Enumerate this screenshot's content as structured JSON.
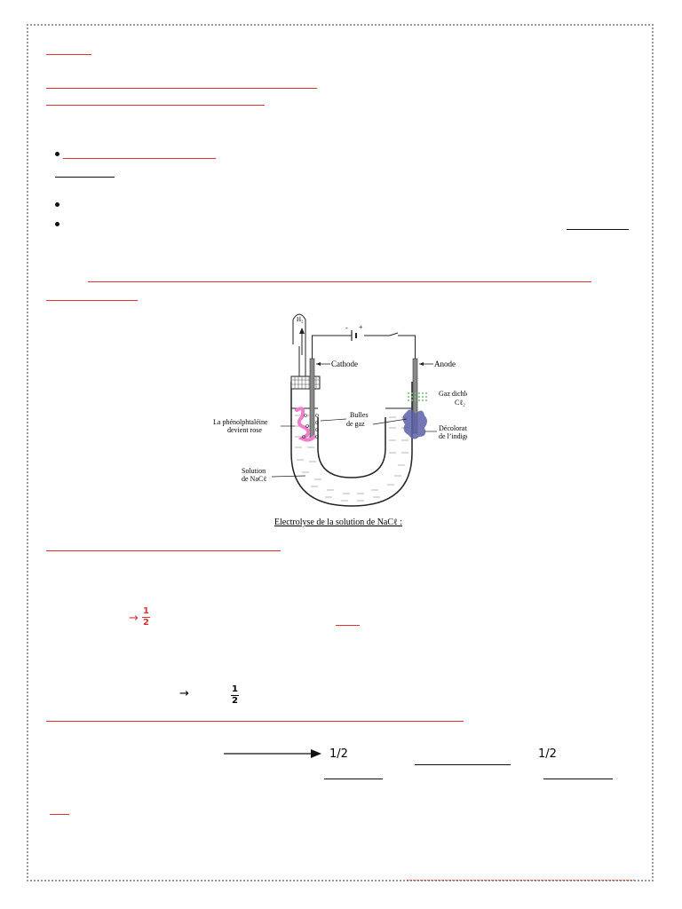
{
  "figure": {
    "labels": {
      "h2": "H₂",
      "cathode": "Cathode",
      "anode": "Anode",
      "gas_dichlore": "Gaz dichlore",
      "cl2": "Cℓ₂",
      "phenolphtaleine_line1": "La phénolphtaléine",
      "phenolphtaleine_line2": "devient rose",
      "bulles_line1": "Bulles",
      "bulles_line2": "de gaz",
      "decoloration_line1": "Décoloration",
      "decoloration_line2": "de l’indigo",
      "solution_line1": "Solution",
      "solution_line2": "de NaCℓ",
      "battery_minus": "-",
      "battery_plus": "+"
    },
    "caption": "Electrolyse de la solution de NaCℓ :"
  },
  "equations": {
    "eq1": {
      "arrow": "→",
      "num": "1",
      "den": "2"
    },
    "eq2": {
      "arrow": "→",
      "num": "1",
      "den": "2"
    },
    "eq3": {
      "coef_a": "1/2",
      "coef_b": "1/2"
    }
  },
  "colors": {
    "heading_rule": "#e03030",
    "text_rule": "#111111",
    "phenolphtaleine": "#ee7fc8",
    "indigo": "#5a5fa6"
  }
}
